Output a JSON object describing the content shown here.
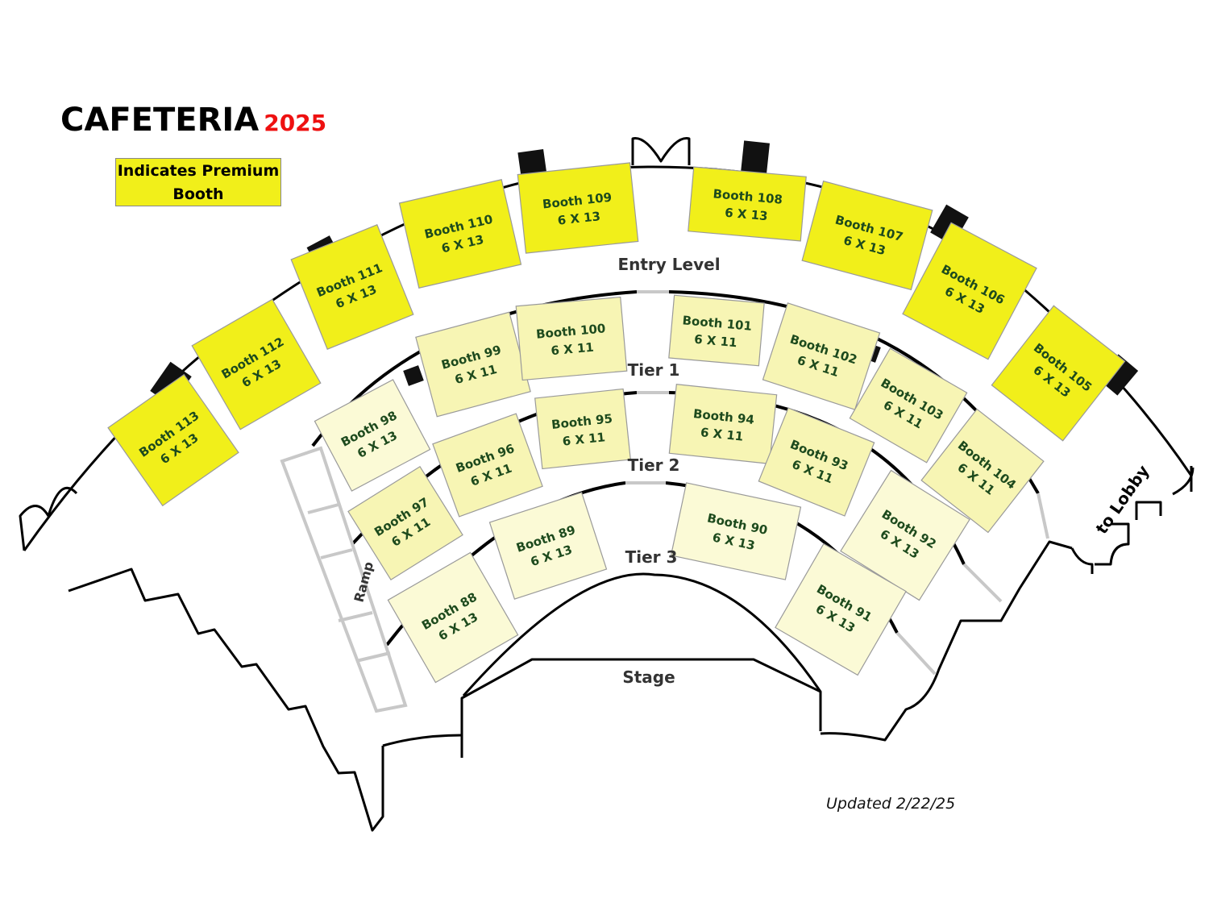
{
  "title": {
    "main": "CAFETERIA",
    "year": "2025"
  },
  "legend": {
    "line1": "Indicates Premium",
    "line2": "Booth",
    "color": "#f1ef1a"
  },
  "updated": "Updated 2/22/25",
  "colors": {
    "premium": "#f1ef1a",
    "standard": "#f7f5b4",
    "faded": "#fbfad6",
    "text": "#1d4a1d"
  },
  "zones": {
    "entry_level": "Entry Level",
    "tier1": "Tier 1",
    "tier2": "Tier 2",
    "tier3": "Tier 3",
    "stage": "Stage",
    "ramp": "Ramp",
    "lobby": "to Lobby"
  },
  "booths": [
    {
      "id": "113",
      "name": "Booth 113",
      "size": "6 X 13",
      "premium": true
    },
    {
      "id": "112",
      "name": "Booth 112",
      "size": "6 X 13",
      "premium": true
    },
    {
      "id": "111",
      "name": "Booth 111",
      "size": "6 X 13",
      "premium": true
    },
    {
      "id": "110",
      "name": "Booth 110",
      "size": "6 X 13",
      "premium": true
    },
    {
      "id": "109",
      "name": "Booth 109",
      "size": "6 X 13",
      "premium": true
    },
    {
      "id": "108",
      "name": "Booth 108",
      "size": "6 X 13",
      "premium": true
    },
    {
      "id": "107",
      "name": "Booth 107",
      "size": "6 X 13",
      "premium": true
    },
    {
      "id": "106",
      "name": "Booth 106",
      "size": "6 X 13",
      "premium": true
    },
    {
      "id": "105",
      "name": "Booth 105",
      "size": "6 X 13",
      "premium": true
    },
    {
      "id": "98",
      "name": "Booth 98",
      "size": "6 X 13",
      "premium": false
    },
    {
      "id": "99",
      "name": "Booth 99",
      "size": "6 X 11",
      "premium": false
    },
    {
      "id": "100",
      "name": "Booth 100",
      "size": "6 X 11",
      "premium": false
    },
    {
      "id": "101",
      "name": "Booth 101",
      "size": "6 X 11",
      "premium": false
    },
    {
      "id": "102",
      "name": "Booth 102",
      "size": "6 X 11",
      "premium": false
    },
    {
      "id": "103",
      "name": "Booth 103",
      "size": "6 X 11",
      "premium": false
    },
    {
      "id": "104",
      "name": "Booth 104",
      "size": "6 X 11",
      "premium": false
    },
    {
      "id": "97",
      "name": "Booth 97",
      "size": "6 X 11",
      "premium": false
    },
    {
      "id": "96",
      "name": "Booth 96",
      "size": "6 X 11",
      "premium": false
    },
    {
      "id": "95",
      "name": "Booth 95",
      "size": "6 X 11",
      "premium": false
    },
    {
      "id": "94",
      "name": "Booth 94",
      "size": "6 X 11",
      "premium": false
    },
    {
      "id": "93",
      "name": "Booth 93",
      "size": "6 X 11",
      "premium": false
    },
    {
      "id": "92",
      "name": "Booth 92",
      "size": "6 X 13",
      "premium": false
    },
    {
      "id": "88",
      "name": "Booth 88",
      "size": "6 X 13",
      "premium": false
    },
    {
      "id": "89",
      "name": "Booth 89",
      "size": "6 X 13",
      "premium": false
    },
    {
      "id": "90",
      "name": "Booth 90",
      "size": "6 X 13",
      "premium": false
    },
    {
      "id": "91",
      "name": "Booth 91",
      "size": "6 X 13",
      "premium": false
    }
  ]
}
